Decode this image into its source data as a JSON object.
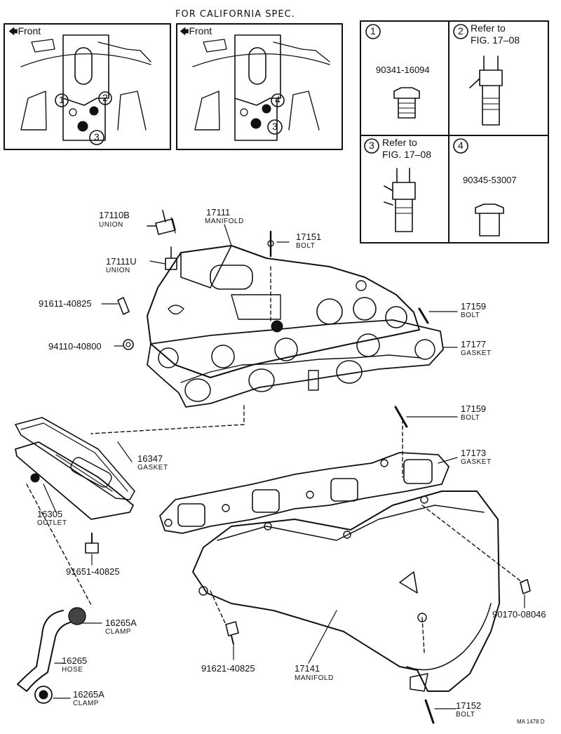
{
  "header": {
    "title": "FOR CALIFORNIA SPEC."
  },
  "insets": {
    "left_front": "Front",
    "right_front": "Front"
  },
  "callouts": {
    "c1_num": "1",
    "c1_part": "90341-16094",
    "c2_num": "2",
    "c2_ref1": "Refer to",
    "c2_ref2": "FIG. 17–08",
    "c3_num": "3",
    "c3_ref1": "Refer to",
    "c3_ref2": "FIG. 17–08",
    "c4_num": "4",
    "c4_part": "90345-53007"
  },
  "parts": [
    {
      "num": "17110B",
      "name": "UNION"
    },
    {
      "num": "17111",
      "name": "MANIFOLD"
    },
    {
      "num": "17151",
      "name": "BOLT"
    },
    {
      "num": "17111U",
      "name": "UNION"
    },
    {
      "num": "91611-40825",
      "name": ""
    },
    {
      "num": "17159",
      "name": "BOLT"
    },
    {
      "num": "94110-40800",
      "name": ""
    },
    {
      "num": "17177",
      "name": "GASKET"
    },
    {
      "num": "17159",
      "name": "BOLT"
    },
    {
      "num": "16347",
      "name": "GASKET"
    },
    {
      "num": "17173",
      "name": "GASKET"
    },
    {
      "num": "16305",
      "name": "OUTLET"
    },
    {
      "num": "91651-40825",
      "name": ""
    },
    {
      "num": "90170-08046",
      "name": ""
    },
    {
      "num": "16265A",
      "name": "CLAMP"
    },
    {
      "num": "16265",
      "name": "HOSE"
    },
    {
      "num": "91621-40825",
      "name": ""
    },
    {
      "num": "17141",
      "name": "MANIFOLD"
    },
    {
      "num": "16265A",
      "name": "CLAMP"
    },
    {
      "num": "17152",
      "name": "BOLT"
    }
  ],
  "footer": {
    "code": "MA 1478 D"
  },
  "colors": {
    "ink": "#111111",
    "paper": "#ffffff"
  }
}
